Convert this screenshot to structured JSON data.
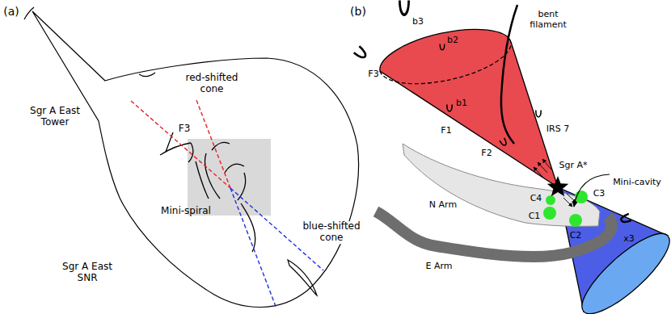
{
  "diagram": {
    "labels": [
      "(a)",
      "Sgr A East Tower",
      "red-shifted cone",
      "F3",
      "Mini-spiral",
      "blue-shifted cone",
      "Sgr A East SNR",
      "(b)",
      "b3",
      "bent filament",
      "b2",
      "F3",
      "IRS 7",
      "b1",
      "F1",
      "F2",
      "Sgr A*",
      "Mini-cavity",
      "N Arm",
      "C4",
      "C3",
      "C1",
      "C2",
      "x3",
      "E Arm"
    ]
  }
}
